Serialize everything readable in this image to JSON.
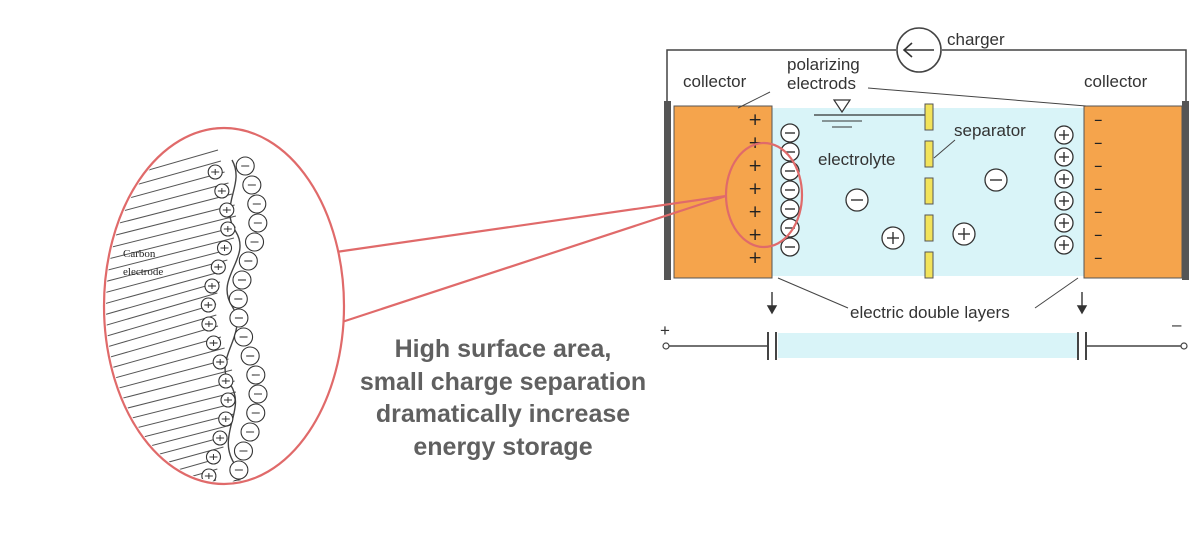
{
  "labels": {
    "charger": "charger",
    "collector_left": "collector",
    "collector_right": "collector",
    "polarizing_1": "polarizing",
    "polarizing_2": "electrods",
    "separator": "separator",
    "electrolyte": "electrolyte",
    "double_layers": "electric double layers",
    "terminal_plus": "+",
    "terminal_minus": "–",
    "carbon_1": "Carbon",
    "carbon_2": "electrode"
  },
  "caption": [
    "High surface area,",
    "small charge separation",
    "dramatically increase",
    "energy storage"
  ],
  "symbols": {
    "plus": "+",
    "minus": "–"
  },
  "colors": {
    "electrode": "#F5A44C",
    "electrolyte": "#D9F4F8",
    "separator": "#F2E35A",
    "highlight": "#E06A6A",
    "collector": "#555555"
  }
}
